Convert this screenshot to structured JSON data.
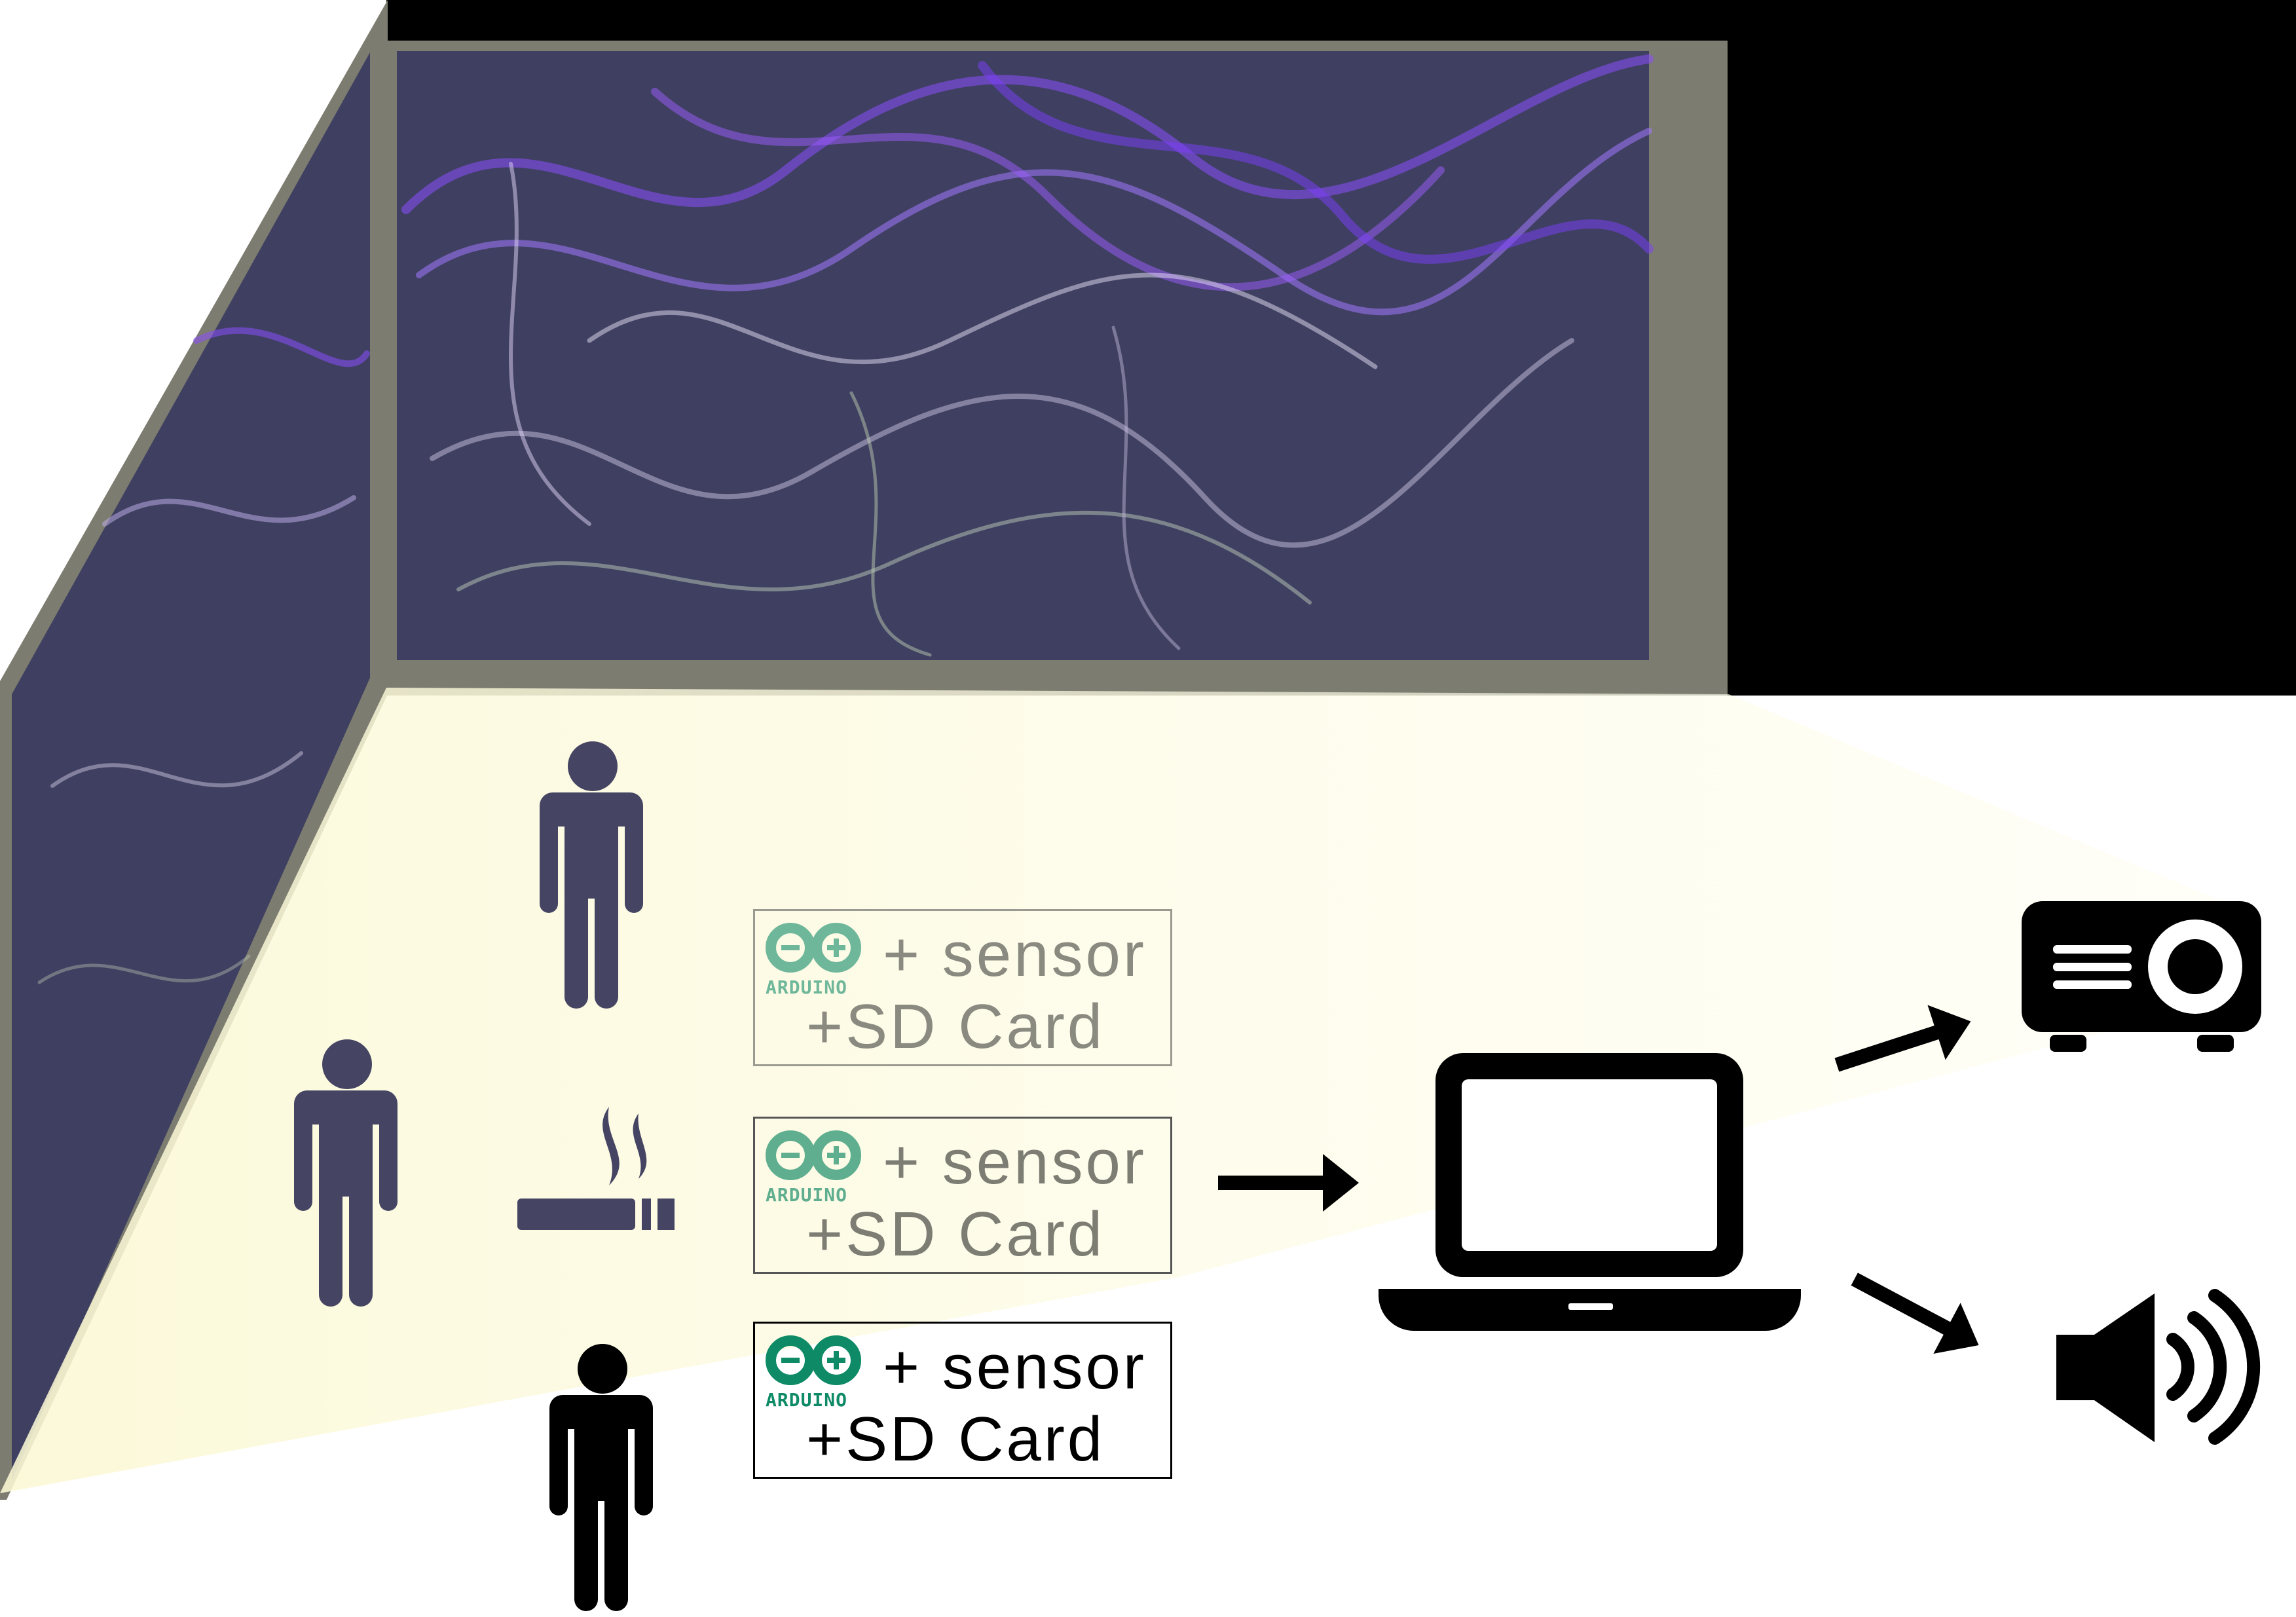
{
  "labels": {
    "arduino_word": "ARDUINO",
    "sensor": "+ sensor",
    "sd_card": "+SD Card"
  },
  "icons": {
    "person": "person-icon",
    "cigarette": "cigarette-icon",
    "arduino": "arduino-logo-icon",
    "laptop": "laptop-icon",
    "projector": "projector-icon",
    "speaker": "speaker-icon",
    "arrow": "arrow-right-icon"
  },
  "colors": {
    "wall_dark": "#3f4061",
    "wall_frame": "#7c7c70",
    "beam": "#fdfbe0",
    "swirl_purple": "#8b4dff",
    "swirl_light": "#d9cfee",
    "arduino_green": "#0e8a66",
    "icon_dark": "#454563",
    "icon_black": "#000000"
  }
}
